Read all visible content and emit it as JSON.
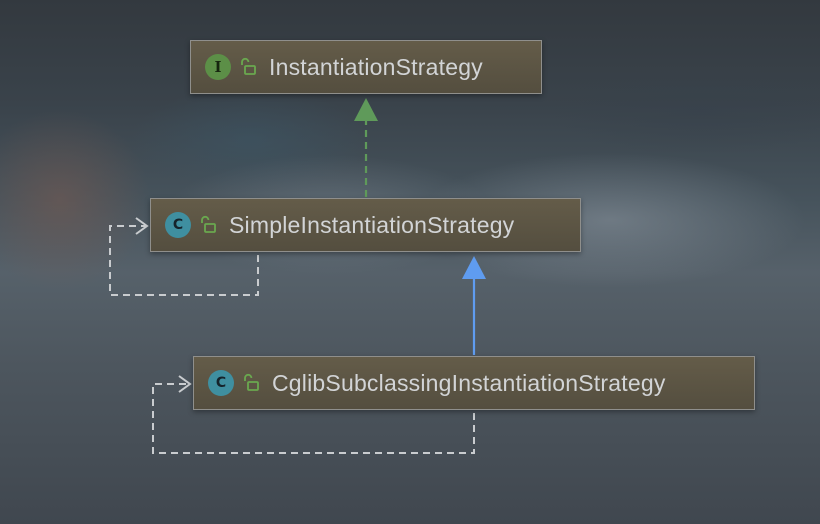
{
  "diagram": {
    "nodes": [
      {
        "kind": "interface",
        "badge": "I",
        "label": "InstantiationStrategy"
      },
      {
        "kind": "class",
        "badge": "C",
        "label": "SimpleInstantiationStrategy"
      },
      {
        "kind": "class",
        "badge": "C",
        "label": "CglibSubclassingInstantiationStrategy"
      }
    ],
    "edges": [
      {
        "from": "SimpleInstantiationStrategy",
        "to": "InstantiationStrategy",
        "type": "implements"
      },
      {
        "from": "CglibSubclassingInstantiationStrategy",
        "to": "SimpleInstantiationStrategy",
        "type": "extends"
      },
      {
        "from": "SimpleInstantiationStrategy",
        "to": "SimpleInstantiationStrategy",
        "type": "dependency-self"
      },
      {
        "from": "CglibSubclassingInstantiationStrategy",
        "to": "CglibSubclassingInstantiationStrategy",
        "type": "dependency-self"
      }
    ],
    "colors": {
      "implements_arrow": "#5f9a5a",
      "extends_arrow": "#5f9cf0",
      "dependency_line": "#c9cccf",
      "node_fill": "#5a533f",
      "node_border": "#8f8f8c",
      "interface_badge": "#5c8f47",
      "class_badge": "#3f8fa0",
      "lock_icon": "#6aa84f"
    }
  }
}
